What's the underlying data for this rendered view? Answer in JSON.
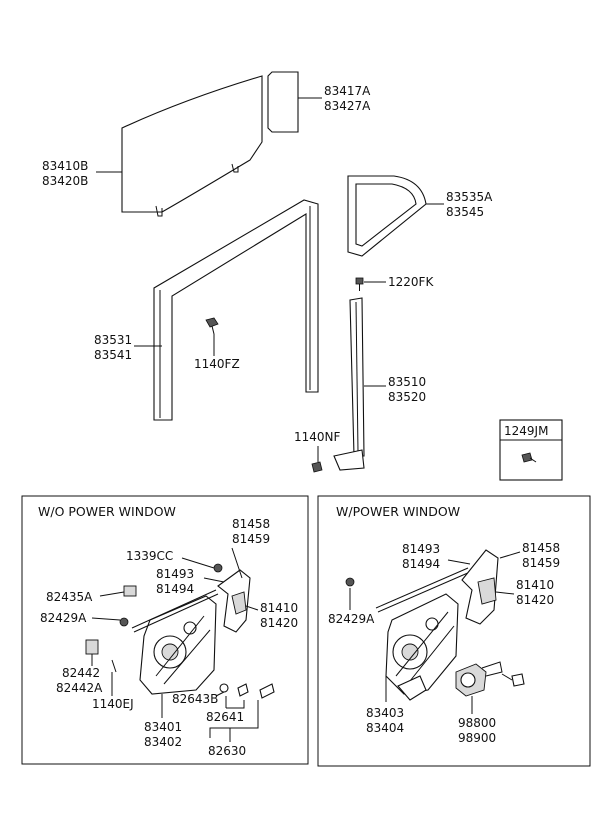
{
  "upper_parts": {
    "glass_small_a": "83417A",
    "glass_small_b": "83427A",
    "glass_main_a": "83410B",
    "glass_main_b": "83420B",
    "quarter_a": "83535A",
    "quarter_b": "83545",
    "screw_a": "1220FK",
    "run_a": "83531",
    "run_b": "83541",
    "bolt_a": "1140FZ",
    "channel_a": "83510",
    "channel_b": "83520",
    "bolt_b": "1140NF",
    "box_label": "1249JM"
  },
  "left_panel": {
    "title": "W/O POWER WINDOW",
    "p_81458": "81458",
    "p_81459": "81459",
    "p_1339cc": "1339CC",
    "p_81493": "81493",
    "p_81494": "81494",
    "p_82435a": "82435A",
    "p_82429a": "82429A",
    "p_81410": "81410",
    "p_81420": "81420",
    "p_82442": "82442",
    "p_82442a": "82442A",
    "p_1140ej": "1140EJ",
    "p_82643b": "82643B",
    "p_82641": "82641",
    "p_83401": "83401",
    "p_83402": "83402",
    "p_82630": "82630"
  },
  "right_panel": {
    "title": "W/POWER WINDOW",
    "p_81493": "81493",
    "p_81494": "81494",
    "p_81458": "81458",
    "p_81459": "81459",
    "p_81410": "81410",
    "p_81420": "81420",
    "p_82429a": "82429A",
    "p_83403": "83403",
    "p_83404": "83404",
    "p_98800": "98800",
    "p_98900": "98900"
  }
}
